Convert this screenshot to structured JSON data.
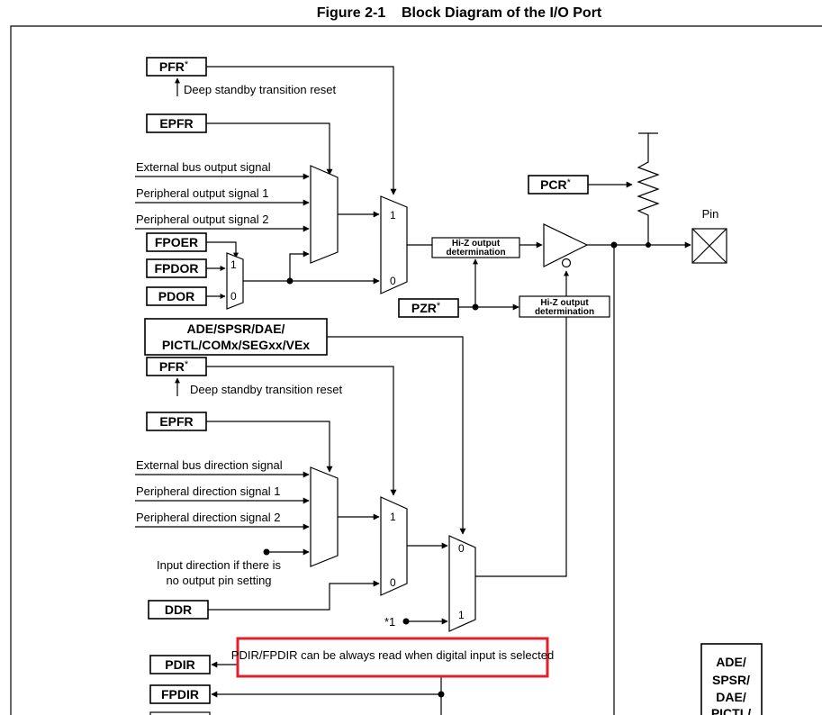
{
  "title": "Figure 2-1    Block Diagram of the I/O Port",
  "registers": {
    "pfr": "PFR",
    "pfr2": "PFR",
    "epfr": "EPFR",
    "epfr2": "EPFR",
    "fpoer": "FPOER",
    "fpdor": "FPDOR",
    "pdor": "PDOR",
    "pcr": "PCR",
    "pzr": "PZR",
    "ade_line1": "ADE/SPSR/DAE/",
    "ade_line2": "PICTL/COMx/SEGxx/VEx",
    "ddr": "DDR",
    "pdir": "PDIR",
    "fpdir": "FPDIR",
    "asterisk": "*"
  },
  "signals": {
    "deep_standby_1": "Deep standby transition reset",
    "deep_standby_2": "Deep standby transition reset",
    "ext_bus_output": "External bus output signal",
    "periph_output_1": "Peripheral output signal 1",
    "periph_output_2": "Peripheral output signal 2",
    "ext_bus_direction": "External bus direction signal",
    "periph_direction_1": "Peripheral direction signal 1",
    "periph_direction_2": "Peripheral direction signal 2",
    "input_direction_1": "Input direction if there is",
    "input_direction_2": "no output pin setting",
    "note_1": "*1"
  },
  "mux_labels": {
    "one": "1",
    "zero": "0"
  },
  "hiz_1": {
    "line1": "Hi-Z output",
    "line2": "determination"
  },
  "hiz_2": {
    "line1": "Hi-Z output",
    "line2": "determination"
  },
  "pin_label": "Pin",
  "callout": "PDIR/FPDIR can be always read when digital input is selected",
  "callout_color": "#e0202a",
  "bottom_right": [
    "ADE/",
    "SPSR/",
    "DAE/",
    "PICTL/"
  ]
}
